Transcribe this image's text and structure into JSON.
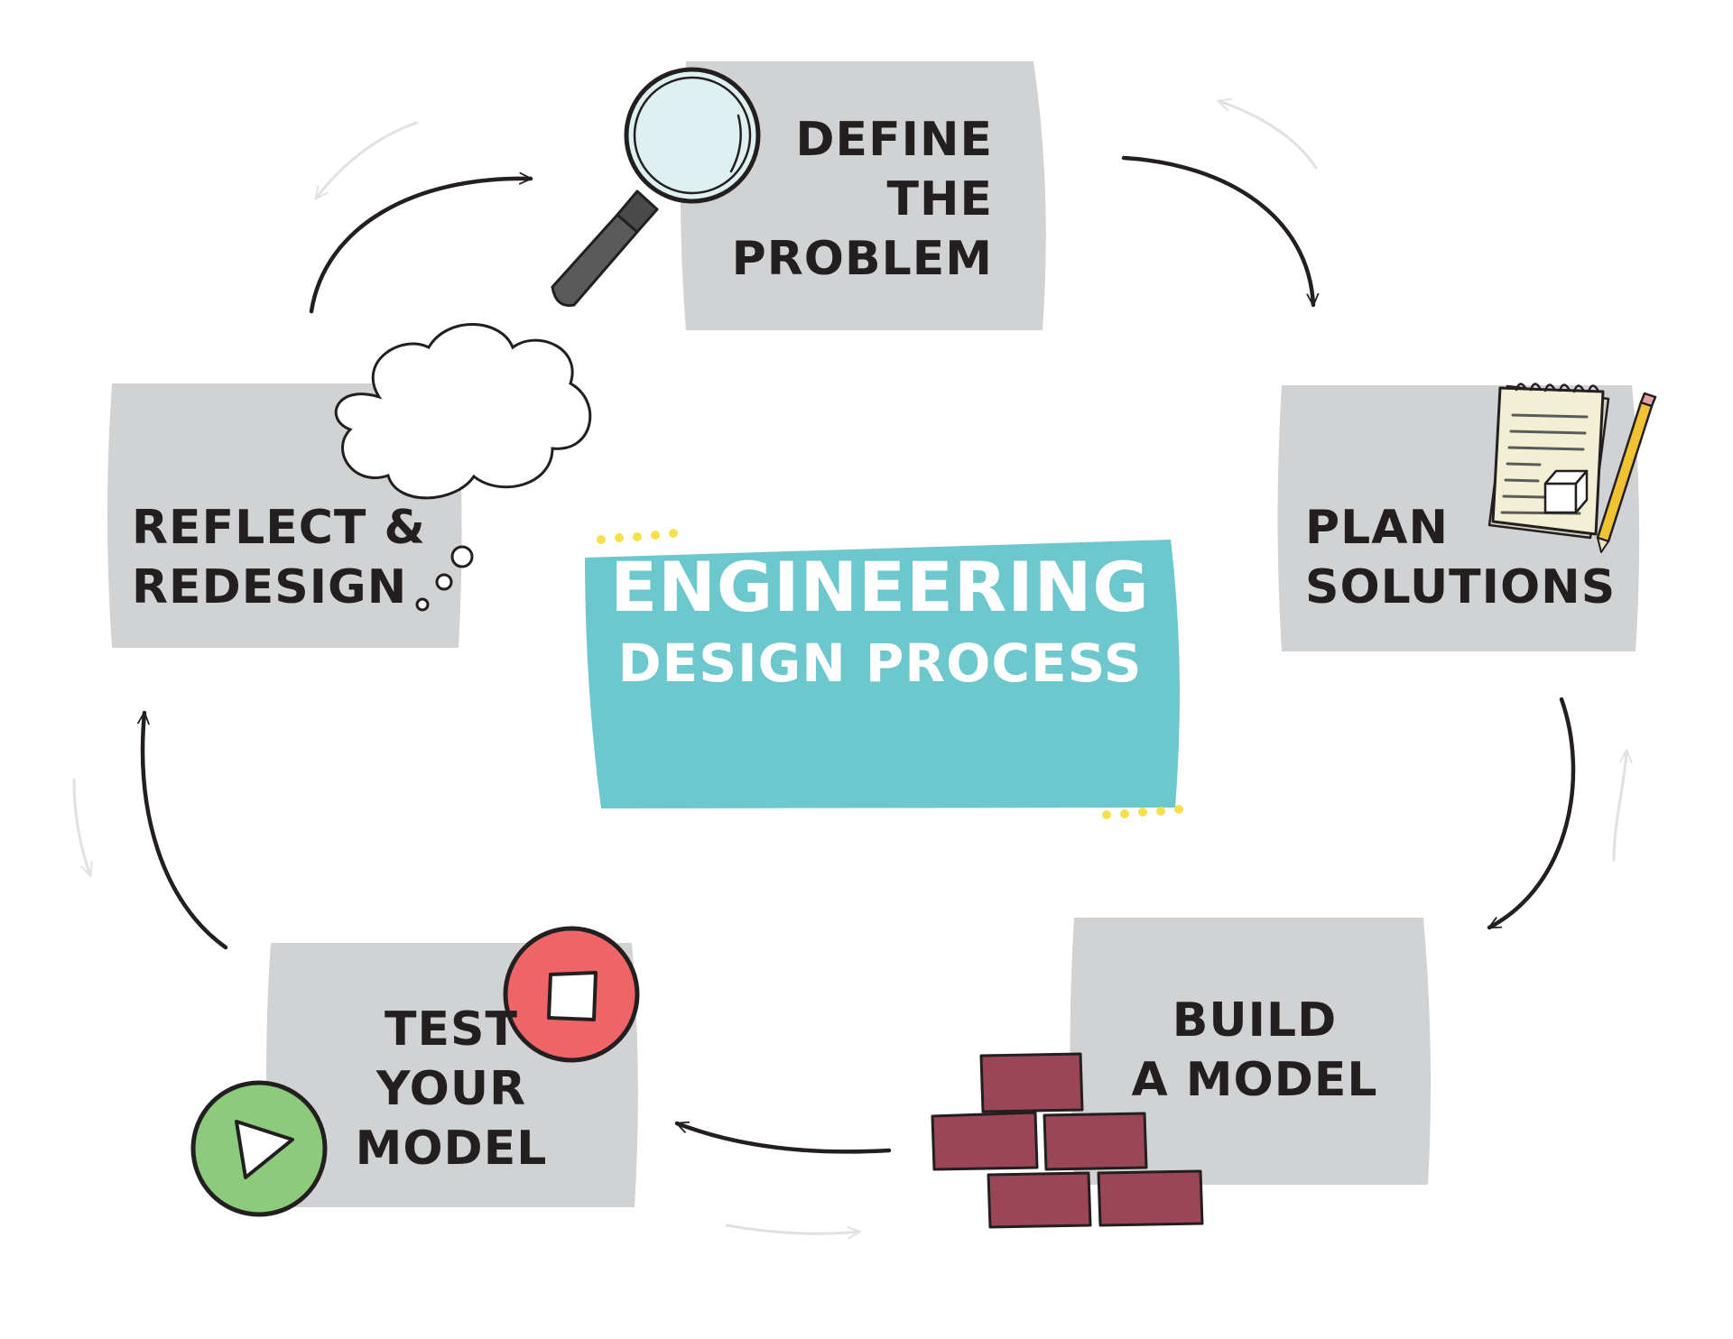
{
  "title": {
    "line1": "ENGINEERING",
    "line2": "DESIGN PROCESS"
  },
  "steps": {
    "define": {
      "line1": "DEFINE",
      "line2": "THE",
      "line3": "PROBLEM"
    },
    "plan": {
      "line1": "PLAN",
      "line2": "SOLUTIONS"
    },
    "build": {
      "line1": "BUILD",
      "line2": "A MODEL"
    },
    "test": {
      "line1": "TEST",
      "line2": "YOUR",
      "line3": "MODEL"
    },
    "reflect": {
      "line1": "REFLECT &",
      "line2": "REDESIGN"
    }
  },
  "colors": {
    "box_gray": "#d1d2d4",
    "title_teal": "#6dc8cd",
    "text_dark": "#231f20",
    "brick_red": "#9b4656",
    "stop_red": "#ef6466",
    "play_green": "#8ccb7c",
    "accent_yellow": "#f6e04b",
    "faint_arrow": "#e1e1e1"
  },
  "icons": {
    "define": "magnifying-glass-icon",
    "plan": "notepad-pencil-icon",
    "build": "brick-wall-icon",
    "test_stop": "stop-button-icon",
    "test_play": "play-button-icon",
    "reflect": "thought-cloud-icon"
  }
}
